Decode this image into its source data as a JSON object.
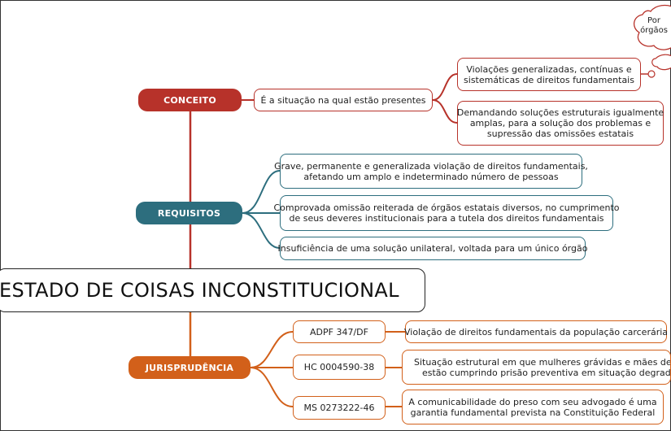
{
  "central": {
    "title": "ESTADO DE COISAS INCONSTITUCIONAL"
  },
  "conceito": {
    "label": "CONCEITO",
    "definition": "É a situação na qual estão presentes",
    "items": [
      [
        "Violações generalizadas, contínuas e",
        "sistemáticas de direitos fundamentais"
      ],
      [
        "Demandando soluções estruturais igualmente",
        "amplas, para a solução dos problemas e",
        "supressão das omissões estatais"
      ]
    ],
    "cloud": [
      "Por",
      "órgãos"
    ]
  },
  "requisitos": {
    "label": "REQUISITOS",
    "items": [
      [
        "Grave, permanente e generalizada violação de direitos fundamentais,",
        "afetando um amplo e indeterminado número de pessoas"
      ],
      [
        "Comprovada omissão reiterada de órgãos estatais diversos, no cumprimento",
        "de seus deveres institucionais para a tutela dos direitos fundamentais"
      ],
      [
        "Insuficiência de uma solução unilateral, voltada para um único órgão"
      ]
    ]
  },
  "jurisprudencia": {
    "label": "JURISPRUDÊNCIA",
    "cases": [
      {
        "id": "ADPF 347/DF",
        "desc": [
          "Violação de direitos fundamentais da população carcerária"
        ]
      },
      {
        "id": "HC 0004590-38",
        "desc": [
          "Situação estrutural em que mulheres grávidas e mães de crianças",
          "estão cumprindo prisão preventiva em situação degradante"
        ]
      },
      {
        "id": "MS 0273222-46",
        "desc": [
          "A comunicabilidade do preso com seu advogado é uma",
          "garantia fundamental prevista na Constituição Federal"
        ]
      }
    ]
  },
  "colors": {
    "red": "#b7322a",
    "teal": "#2d6e7e",
    "orange": "#d2601a"
  }
}
